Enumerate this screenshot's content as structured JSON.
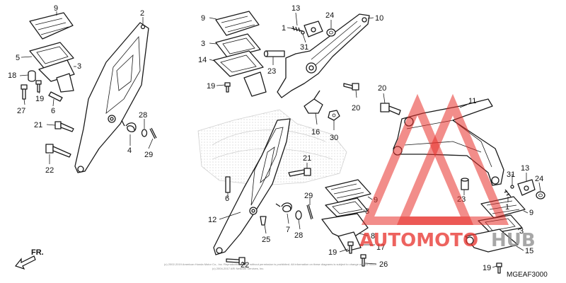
{
  "diagram": {
    "callouts": [
      {
        "id": "c9a",
        "label": "9"
      },
      {
        "id": "c2",
        "label": "2"
      },
      {
        "id": "c5",
        "label": "5"
      },
      {
        "id": "c3a",
        "label": "3"
      },
      {
        "id": "c18",
        "label": "18"
      },
      {
        "id": "c19a",
        "label": "19"
      },
      {
        "id": "c27",
        "label": "27"
      },
      {
        "id": "c6a",
        "label": "6"
      },
      {
        "id": "c21a",
        "label": "21"
      },
      {
        "id": "c28a",
        "label": "28"
      },
      {
        "id": "c4",
        "label": "4"
      },
      {
        "id": "c29a",
        "label": "29"
      },
      {
        "id": "c22a",
        "label": "22"
      },
      {
        "id": "c9b",
        "label": "9"
      },
      {
        "id": "c3b",
        "label": "3"
      },
      {
        "id": "c14",
        "label": "14"
      },
      {
        "id": "c19b",
        "label": "19"
      },
      {
        "id": "c13a",
        "label": "13"
      },
      {
        "id": "c24a",
        "label": "24"
      },
      {
        "id": "c10",
        "label": "10"
      },
      {
        "id": "c1a",
        "label": "1"
      },
      {
        "id": "c31a",
        "label": "31"
      },
      {
        "id": "c23a",
        "label": "23"
      },
      {
        "id": "c20a",
        "label": "20"
      },
      {
        "id": "c16",
        "label": "16"
      },
      {
        "id": "c30",
        "label": "30"
      },
      {
        "id": "c20b",
        "label": "20"
      },
      {
        "id": "c11",
        "label": "11"
      },
      {
        "id": "c21b",
        "label": "21"
      },
      {
        "id": "c6b",
        "label": "6"
      },
      {
        "id": "c29b",
        "label": "29"
      },
      {
        "id": "c9c",
        "label": "9"
      },
      {
        "id": "c12",
        "label": "12"
      },
      {
        "id": "c3c",
        "label": "3"
      },
      {
        "id": "c7",
        "label": "7"
      },
      {
        "id": "c28b",
        "label": "28"
      },
      {
        "id": "c25",
        "label": "25"
      },
      {
        "id": "c8",
        "label": "8"
      },
      {
        "id": "c17",
        "label": "17"
      },
      {
        "id": "c19c",
        "label": "19"
      },
      {
        "id": "c22b",
        "label": "22"
      },
      {
        "id": "c26",
        "label": "26"
      },
      {
        "id": "c31b",
        "label": "31"
      },
      {
        "id": "c13b",
        "label": "13"
      },
      {
        "id": "c24b",
        "label": "24"
      },
      {
        "id": "c23b",
        "label": "23"
      },
      {
        "id": "c1b",
        "label": "1"
      },
      {
        "id": "c9d",
        "label": "9"
      },
      {
        "id": "c3d",
        "label": "3"
      },
      {
        "id": "c15",
        "label": "15"
      },
      {
        "id": "c19d",
        "label": "19"
      }
    ],
    "front_arrow_label": "FR.",
    "diagram_code": "MGEAF3000",
    "copyright_line_1": "(c) 2002-2019 American Honda Motor Co., Inc. Reproduction or use without permission is prohibited. All information on these diagrams is subject to change without notice.",
    "copyright_line_2": "(c) 2004-2017 ARI Network Services, Inc.",
    "watermark": {
      "brand_part1": "AUTOMOTO",
      "brand_part2": "HUB",
      "color_red": "#e8302a",
      "color_grey": "#8a8a8a"
    }
  }
}
